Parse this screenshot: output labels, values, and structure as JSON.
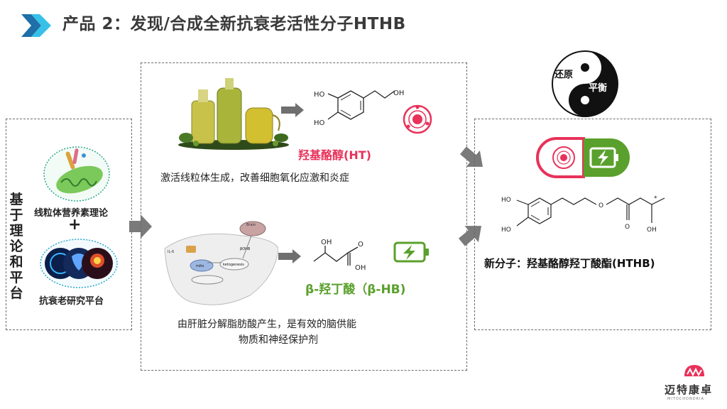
{
  "header": {
    "title": "产品 2：发现/合成全新抗衰老活性分子HTHB"
  },
  "left_panel": {
    "vertical_title": "基于理论和平台",
    "label_top": "线粒体营养素理论",
    "plus": "+",
    "label_bottom": "抗衰老研究平台"
  },
  "middle_panel": {
    "ht_name": "羟基酪醇(HT)",
    "ht_desc": "激活线粒体生成，改善细胞氧化应激和炎症",
    "ht_struct": {
      "ho1": "HO",
      "ho2": "HO",
      "oh": "OH"
    },
    "hb_name": "β-羟丁酸（β-HB)",
    "hb_struct": {
      "oh": "OH",
      "oh2": "OH",
      "o": "O"
    },
    "hb_desc_line1": "由肝脏分解脂肪酸产生，是有效的脑供能",
    "hb_desc_line2": "物质和神经保护剂",
    "liver_labels": {
      "brain": "Brain",
      "il6": "IL-6",
      "mito": "mito",
      "ketone": "ketogenesis",
      "bohb": "βOHB"
    }
  },
  "right_panel": {
    "yin_text": "还原",
    "yang_text": "平衡",
    "new_molecule": "新分子：羟基酪醇羟丁酸酯(HTHB)",
    "struct": {
      "ho1": "HO",
      "ho2": "HO",
      "o": "O",
      "o2": "O",
      "star": "*",
      "oh": "OH"
    }
  },
  "brand": {
    "name": "迈特康卓",
    "sub": "MITOCHONDRIA"
  },
  "colors": {
    "accent_pink": "#e8325a",
    "accent_green": "#5aa02c",
    "arrow_gray": "#7a7a7a",
    "title_arrow_dark": "#1f6fa8",
    "title_arrow_light": "#37c1e8"
  }
}
